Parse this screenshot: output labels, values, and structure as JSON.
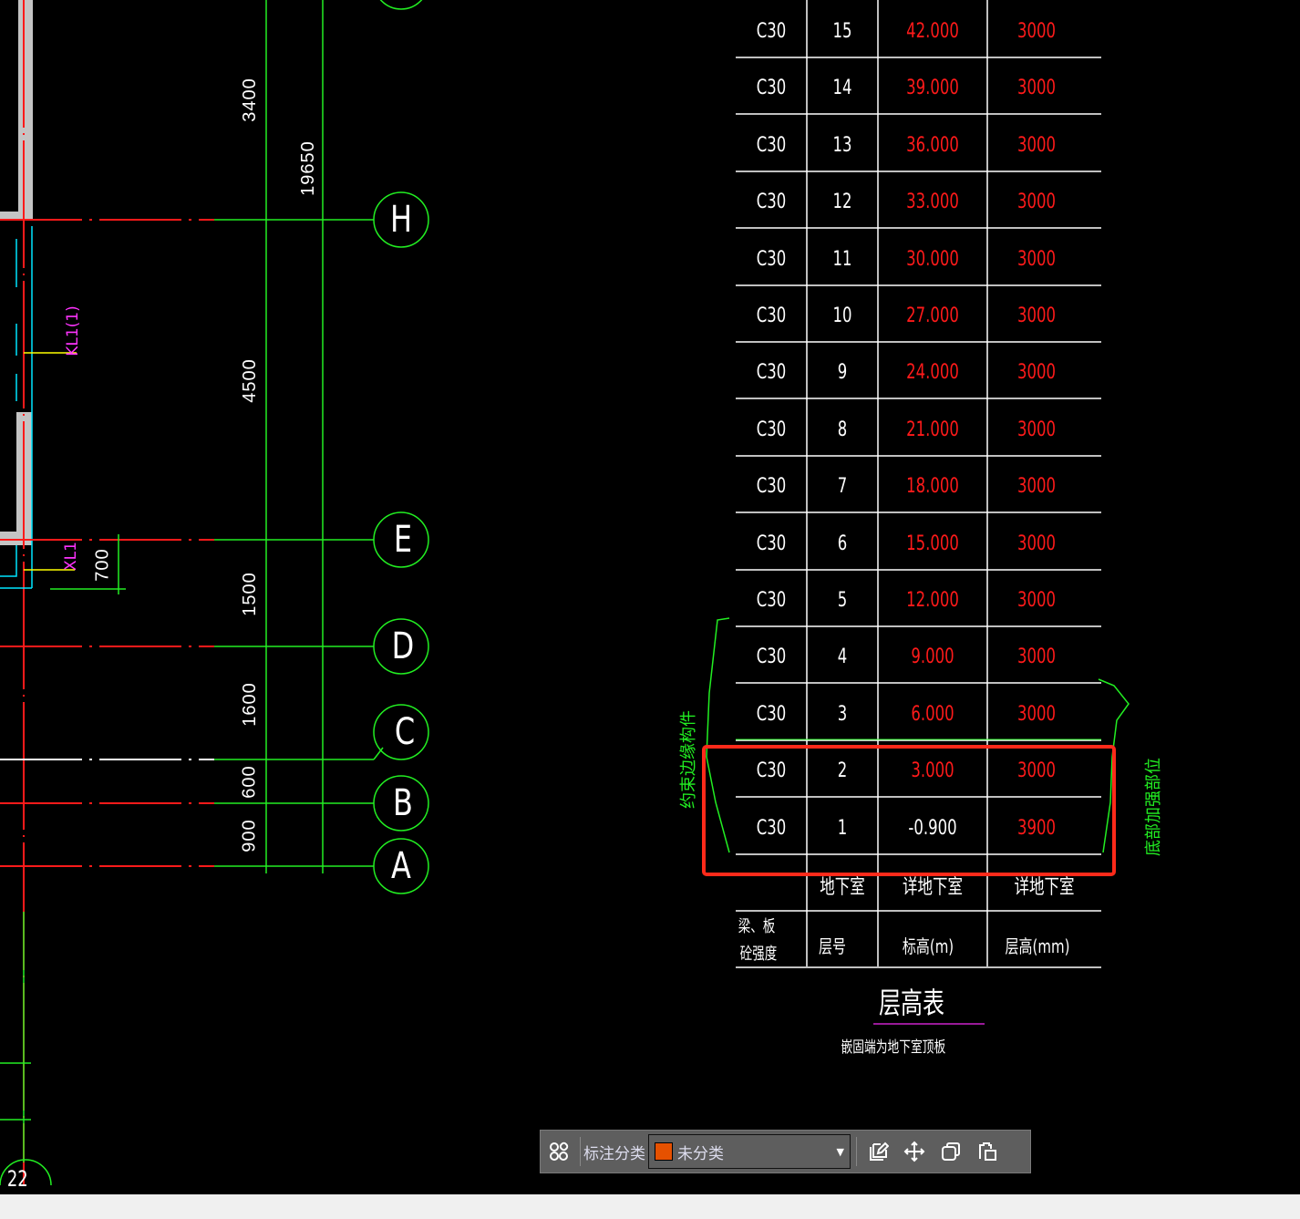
{
  "drawing": {
    "axes": [
      {
        "label": "H"
      },
      {
        "label": "E"
      },
      {
        "label": "D"
      },
      {
        "label": "C"
      },
      {
        "label": "B"
      },
      {
        "label": "A"
      }
    ],
    "dimensions": {
      "d3400": "3400",
      "d4500": "4500",
      "d1500": "1500",
      "d1600": "1600",
      "d600": "600",
      "d900": "900",
      "total": "19650",
      "d700": "700"
    },
    "beam_labels": {
      "kl": "KL1(1)",
      "xl": "XL1"
    },
    "axis_bottom_label": "22"
  },
  "floor_table": {
    "title": "层高表",
    "note": "嵌固端为地下室顶板",
    "rows": [
      {
        "concrete": "C30",
        "floor": "15",
        "elevation": "42.000",
        "height": "3000"
      },
      {
        "concrete": "C30",
        "floor": "14",
        "elevation": "39.000",
        "height": "3000"
      },
      {
        "concrete": "C30",
        "floor": "13",
        "elevation": "36.000",
        "height": "3000"
      },
      {
        "concrete": "C30",
        "floor": "12",
        "elevation": "33.000",
        "height": "3000"
      },
      {
        "concrete": "C30",
        "floor": "11",
        "elevation": "30.000",
        "height": "3000"
      },
      {
        "concrete": "C30",
        "floor": "10",
        "elevation": "27.000",
        "height": "3000"
      },
      {
        "concrete": "C30",
        "floor": "9",
        "elevation": "24.000",
        "height": "3000"
      },
      {
        "concrete": "C30",
        "floor": "8",
        "elevation": "21.000",
        "height": "3000"
      },
      {
        "concrete": "C30",
        "floor": "7",
        "elevation": "18.000",
        "height": "3000"
      },
      {
        "concrete": "C30",
        "floor": "6",
        "elevation": "15.000",
        "height": "3000"
      },
      {
        "concrete": "C30",
        "floor": "5",
        "elevation": "12.000",
        "height": "3000"
      },
      {
        "concrete": "C30",
        "floor": "4",
        "elevation": "9.000",
        "height": "3000"
      },
      {
        "concrete": "C30",
        "floor": "3",
        "elevation": "6.000",
        "height": "3000"
      },
      {
        "concrete": "C30",
        "floor": "2",
        "elevation": "3.000",
        "height": "3000"
      },
      {
        "concrete": "C30",
        "floor": "1",
        "elevation": "-0.900",
        "height": "3900"
      }
    ],
    "basement_row": {
      "floor": "地下室",
      "elevation": "详地下室",
      "height": "详地下室"
    },
    "header": {
      "concrete_line1": "梁、板",
      "concrete_line2": "砼强度",
      "floor": "层号",
      "elevation": "标高(m)",
      "height": "层高(mm)"
    },
    "notes": {
      "left": "约束边缘构件",
      "right": "底部加强部位"
    },
    "highlight_color": "#ff2a1a"
  },
  "toolbar": {
    "label": "标注分类",
    "select_value": "未分类",
    "swatch_color": "#e65100",
    "icons": [
      "grid-icon",
      "edit-icon",
      "move-icon",
      "copy-icon",
      "paste-icon"
    ]
  }
}
